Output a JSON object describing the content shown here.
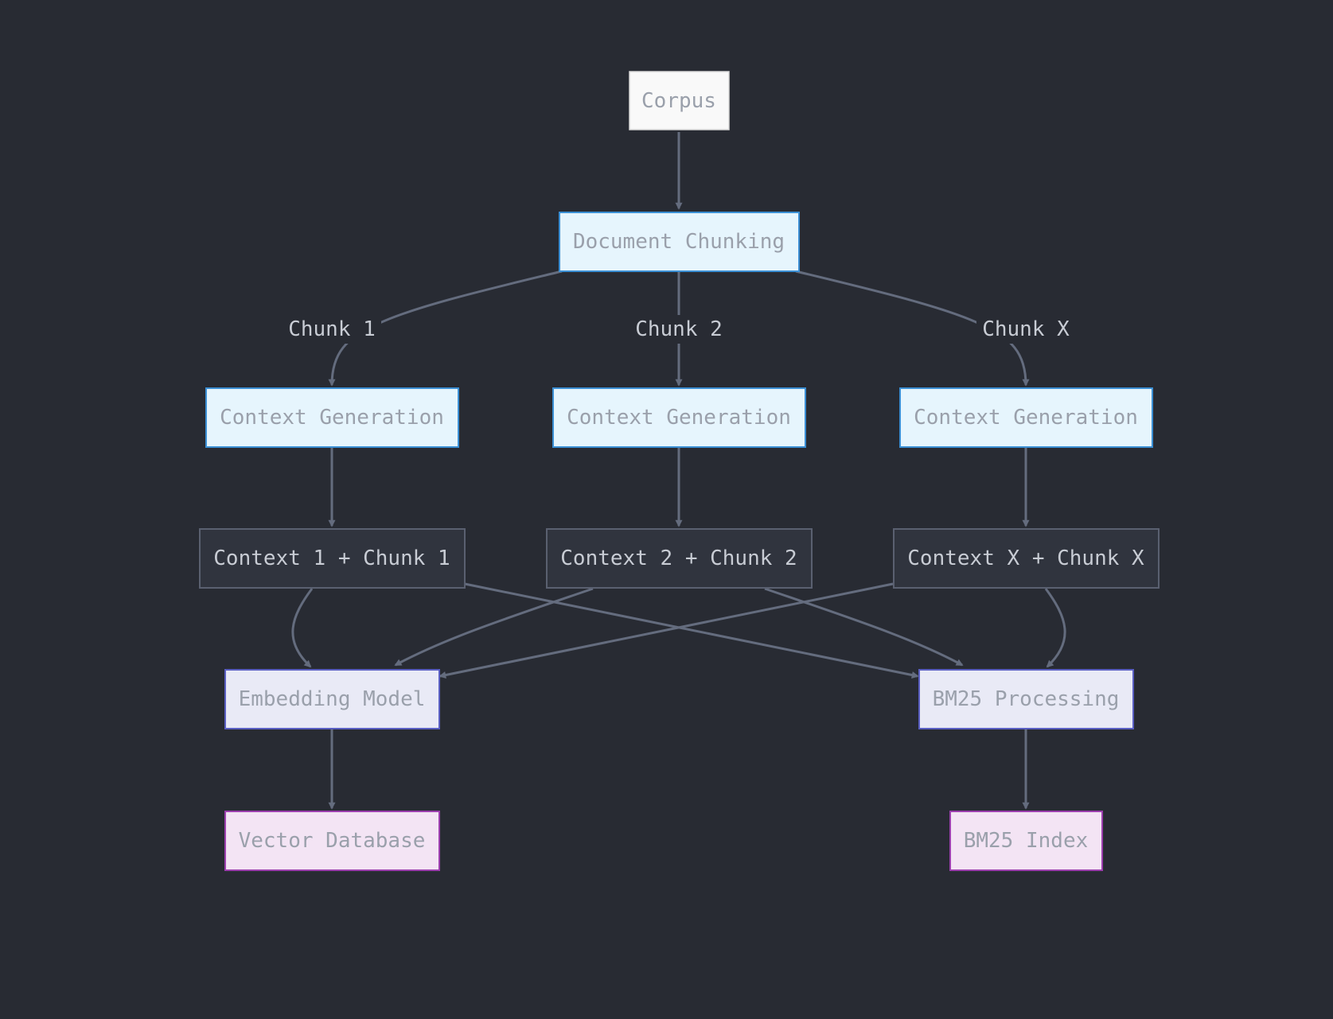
{
  "colors": {
    "background": "#282b33",
    "edge": "#646c7e",
    "label_text": "#c8ccd4"
  },
  "nodes": {
    "corpus": {
      "label": "Corpus",
      "fill": "#f9f9f9",
      "stroke": "#d8d8d8",
      "text": "#9aa0ab"
    },
    "document_chunking": {
      "label": "Document Chunking",
      "fill": "#e6f5fd",
      "stroke": "#3b8fd4",
      "text": "#9aa0ab"
    },
    "context_gen_1": {
      "label": "Context Generation",
      "fill": "#e6f5fd",
      "stroke": "#3b8fd4",
      "text": "#9aa0ab"
    },
    "context_gen_2": {
      "label": "Context Generation",
      "fill": "#e6f5fd",
      "stroke": "#3b8fd4",
      "text": "#9aa0ab"
    },
    "context_gen_x": {
      "label": "Context Generation",
      "fill": "#e6f5fd",
      "stroke": "#3b8fd4",
      "text": "#9aa0ab"
    },
    "context_chunk_1": {
      "label": "Context 1 + Chunk 1",
      "fill": "#30343e",
      "stroke": "#5a6070",
      "text": "#c8ccd4"
    },
    "context_chunk_2": {
      "label": "Context 2 + Chunk 2",
      "fill": "#30343e",
      "stroke": "#5a6070",
      "text": "#c8ccd4"
    },
    "context_chunk_x": {
      "label": "Context X + Chunk X",
      "fill": "#30343e",
      "stroke": "#5a6070",
      "text": "#c8ccd4"
    },
    "embedding_model": {
      "label": "Embedding Model",
      "fill": "#e9eaf6",
      "stroke": "#5a5fc2",
      "text": "#9aa0ab"
    },
    "bm25_processing": {
      "label": "BM25 Processing",
      "fill": "#e9eaf6",
      "stroke": "#5a5fc2",
      "text": "#9aa0ab"
    },
    "vector_database": {
      "label": "Vector Database",
      "fill": "#f3e4f4",
      "stroke": "#9c3fae",
      "text": "#9aa0ab"
    },
    "bm25_index": {
      "label": "BM25 Index",
      "fill": "#f3e4f4",
      "stroke": "#9c3fae",
      "text": "#9aa0ab"
    }
  },
  "edge_labels": {
    "chunk_1": "Chunk 1",
    "chunk_2": "Chunk 2",
    "chunk_x": "Chunk X"
  },
  "edges": [
    {
      "from": "Corpus",
      "to": "Document Chunking"
    },
    {
      "from": "Document Chunking",
      "to": "Context Generation",
      "label": "Chunk 1"
    },
    {
      "from": "Document Chunking",
      "to": "Context Generation",
      "label": "Chunk 2"
    },
    {
      "from": "Document Chunking",
      "to": "Context Generation",
      "label": "Chunk X"
    },
    {
      "from": "Context Generation",
      "to": "Context 1 + Chunk 1"
    },
    {
      "from": "Context Generation",
      "to": "Context 2 + Chunk 2"
    },
    {
      "from": "Context Generation",
      "to": "Context X + Chunk X"
    },
    {
      "from": "Context 1 + Chunk 1",
      "to": "Embedding Model"
    },
    {
      "from": "Context 1 + Chunk 1",
      "to": "BM25 Processing"
    },
    {
      "from": "Context 2 + Chunk 2",
      "to": "Embedding Model"
    },
    {
      "from": "Context 2 + Chunk 2",
      "to": "BM25 Processing"
    },
    {
      "from": "Context X + Chunk X",
      "to": "Embedding Model"
    },
    {
      "from": "Context X + Chunk X",
      "to": "BM25 Processing"
    },
    {
      "from": "Embedding Model",
      "to": "Vector Database"
    },
    {
      "from": "BM25 Processing",
      "to": "BM25 Index"
    }
  ]
}
